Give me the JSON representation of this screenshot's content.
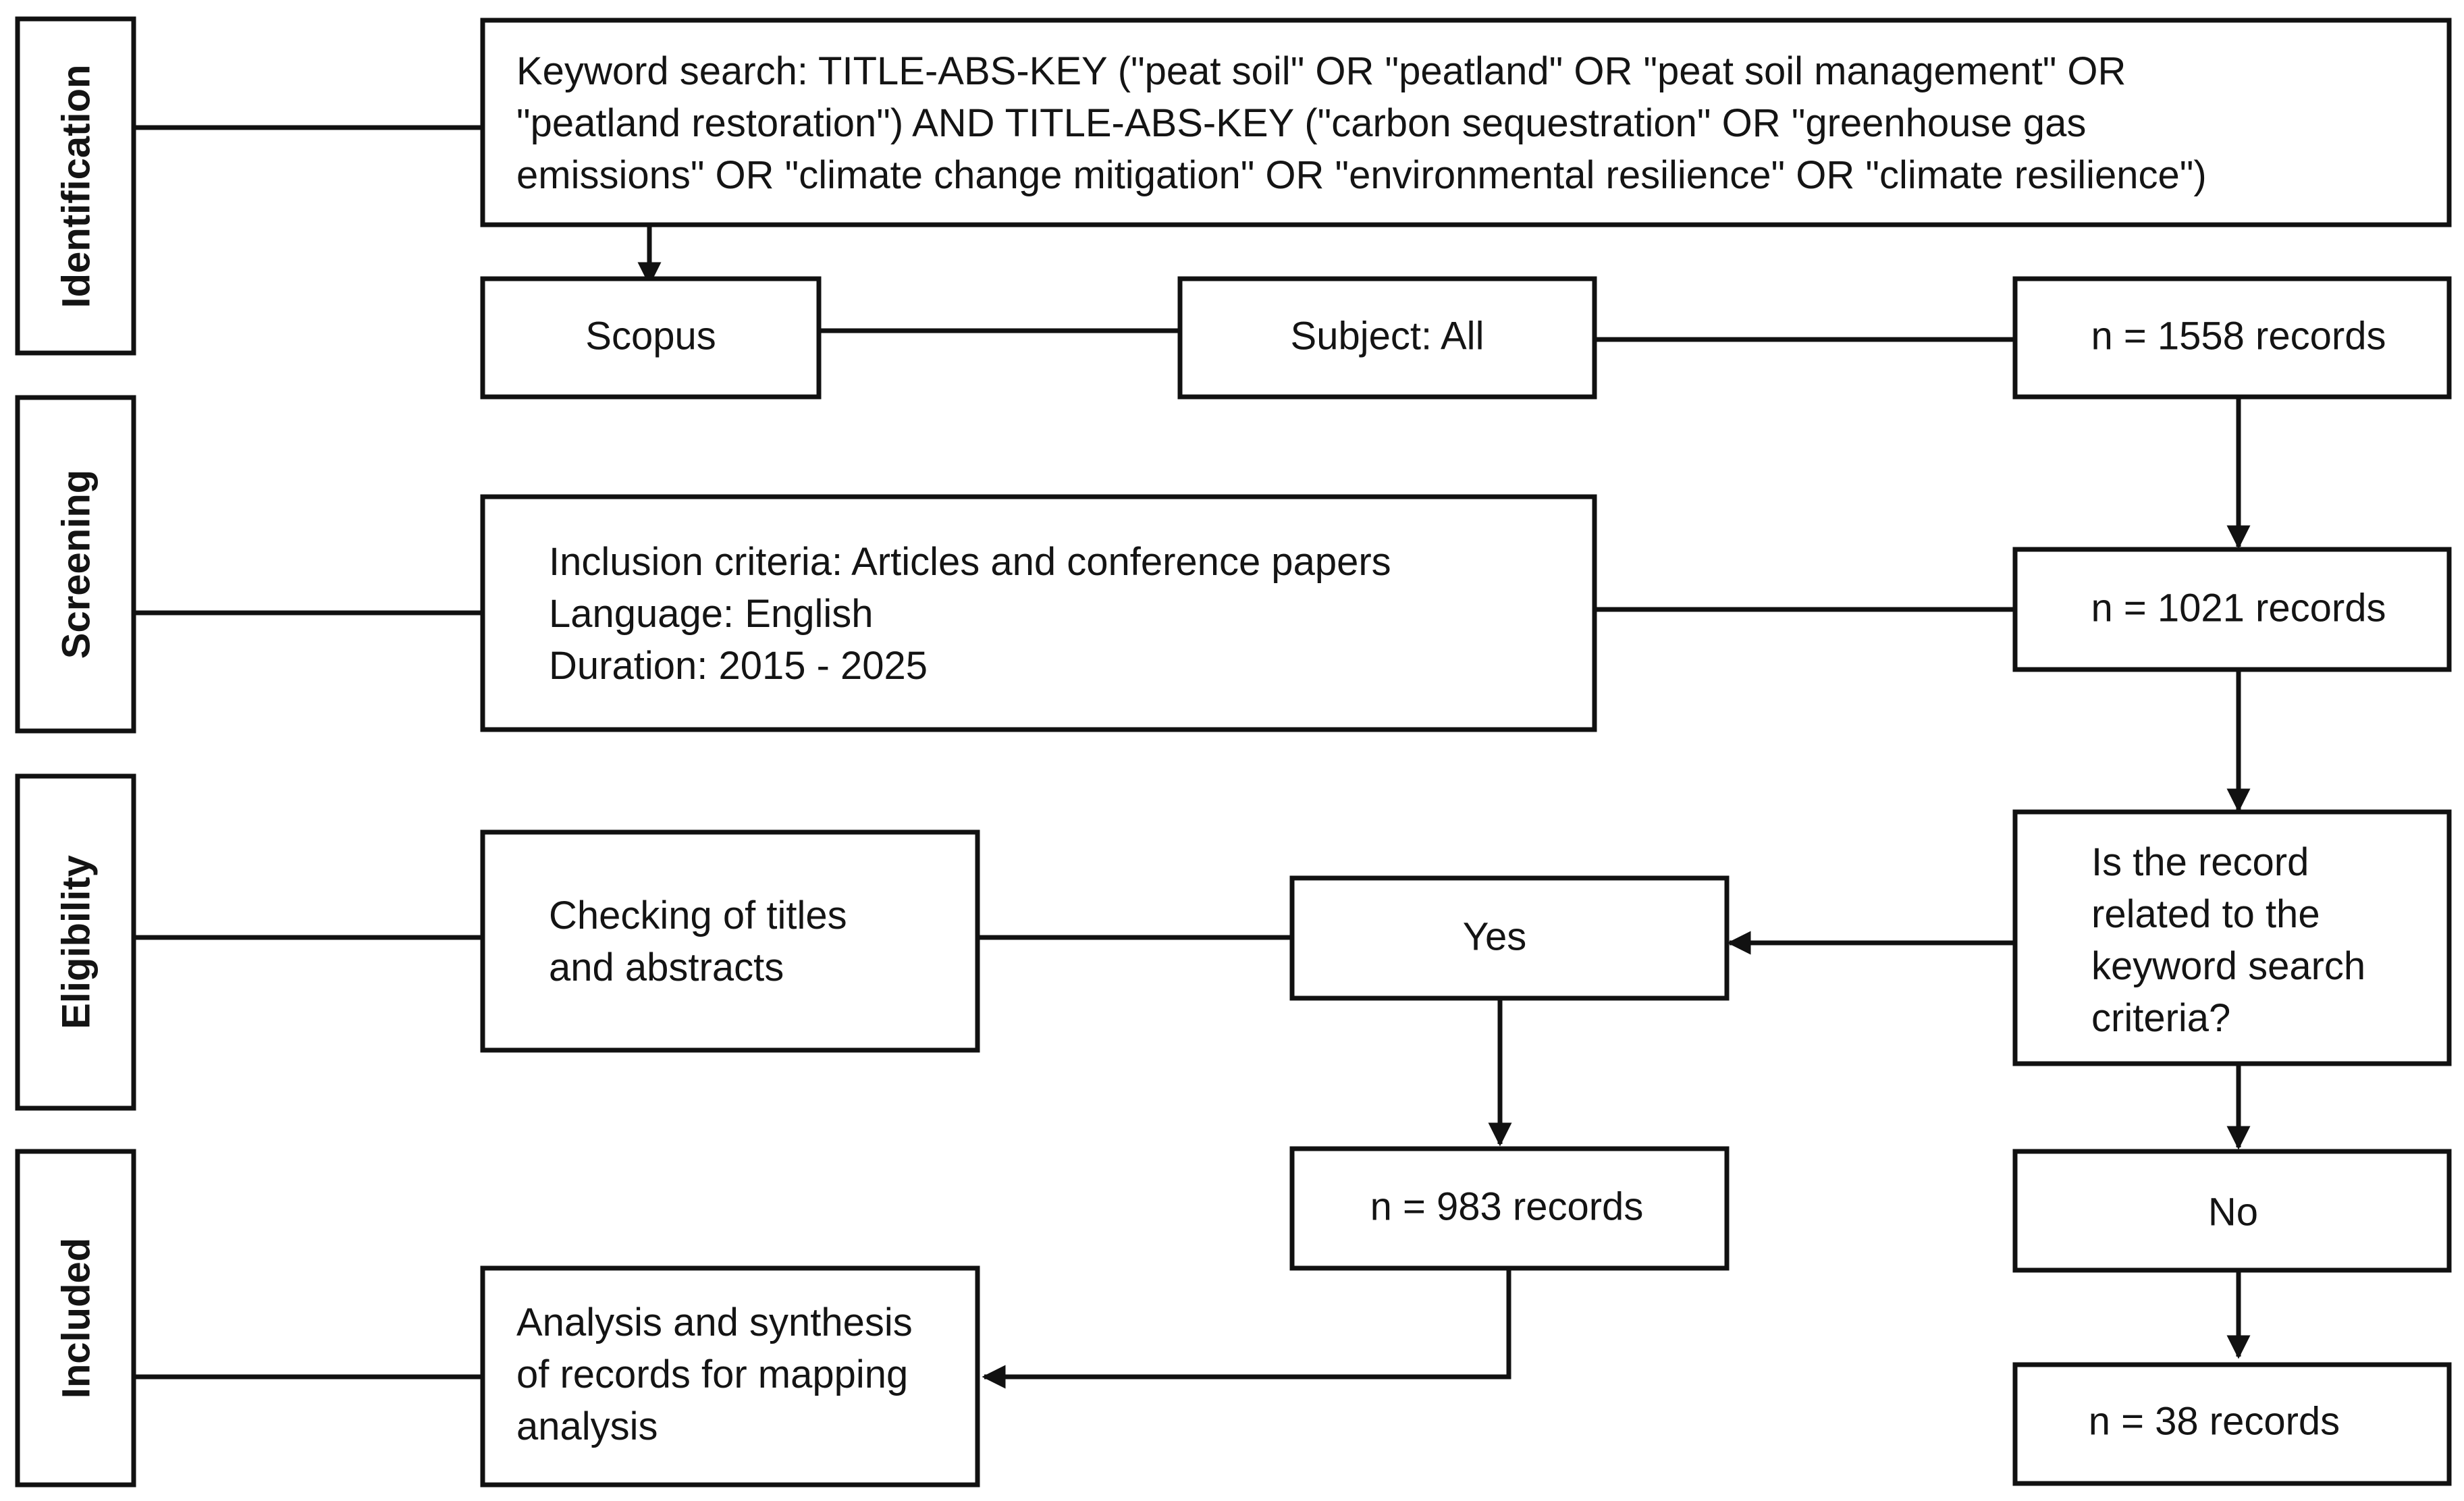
{
  "stages": {
    "identification": "Identification",
    "screening": "Screening",
    "eligibility": "Eligibility",
    "included": "Included"
  },
  "boxes": {
    "keyword_search": [
      "Keyword search: TITLE-ABS-KEY (\"peat soil\" OR \"peatland\" OR \"peat soil management\" OR",
      "\"peatland restoration\") AND TITLE-ABS-KEY  (\"carbon sequestration\" OR \"greenhouse gas",
      "emissions\" OR \"climate change mitigation\" OR \"environmental resilience\" OR \"climate resilience\")"
    ],
    "scopus": "Scopus",
    "subject": "Subject: All",
    "n_1558": "n = 1558 records",
    "inclusion": [
      "Inclusion criteria: Articles and conference papers",
      "Language: English",
      "Duration: 2015 - 2025"
    ],
    "n_1021": "n = 1021 records",
    "decision": [
      "Is the record",
      "related to the",
      "keyword search",
      "criteria?"
    ],
    "checking": [
      "Checking of titles",
      "and abstracts"
    ],
    "yes": "Yes",
    "no": "No",
    "n_983": "n = 983 records",
    "n_38": "n = 38 records",
    "analysis": [
      "Analysis and synthesis",
      "of records for mapping",
      "analysis"
    ]
  },
  "colors": {
    "stroke": "#111111",
    "text": "#141414",
    "background": "#ffffff"
  }
}
